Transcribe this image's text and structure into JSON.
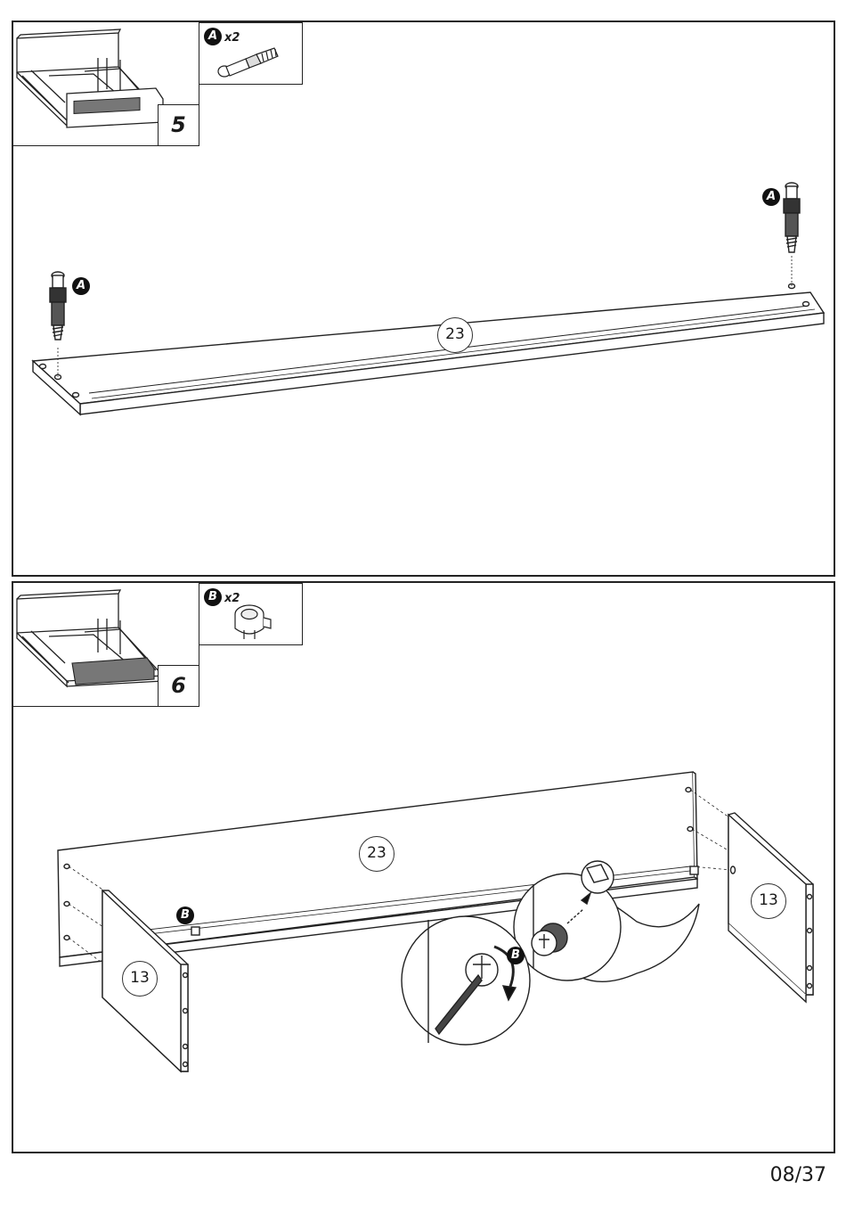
{
  "steps": [
    {
      "number": "5",
      "parts": [
        {
          "id": "A",
          "qty": "x2"
        }
      ],
      "callouts": {
        "hardware_left": "A",
        "hardware_right": "A",
        "panel": "23"
      }
    },
    {
      "number": "6",
      "parts": [
        {
          "id": "B",
          "qty": "x2"
        }
      ],
      "callouts": {
        "cam_marker": "B",
        "back_panel": "23",
        "side_left": "13",
        "side_right": "13",
        "detail_cam": "B"
      }
    }
  ],
  "page": {
    "number": "08/37"
  }
}
